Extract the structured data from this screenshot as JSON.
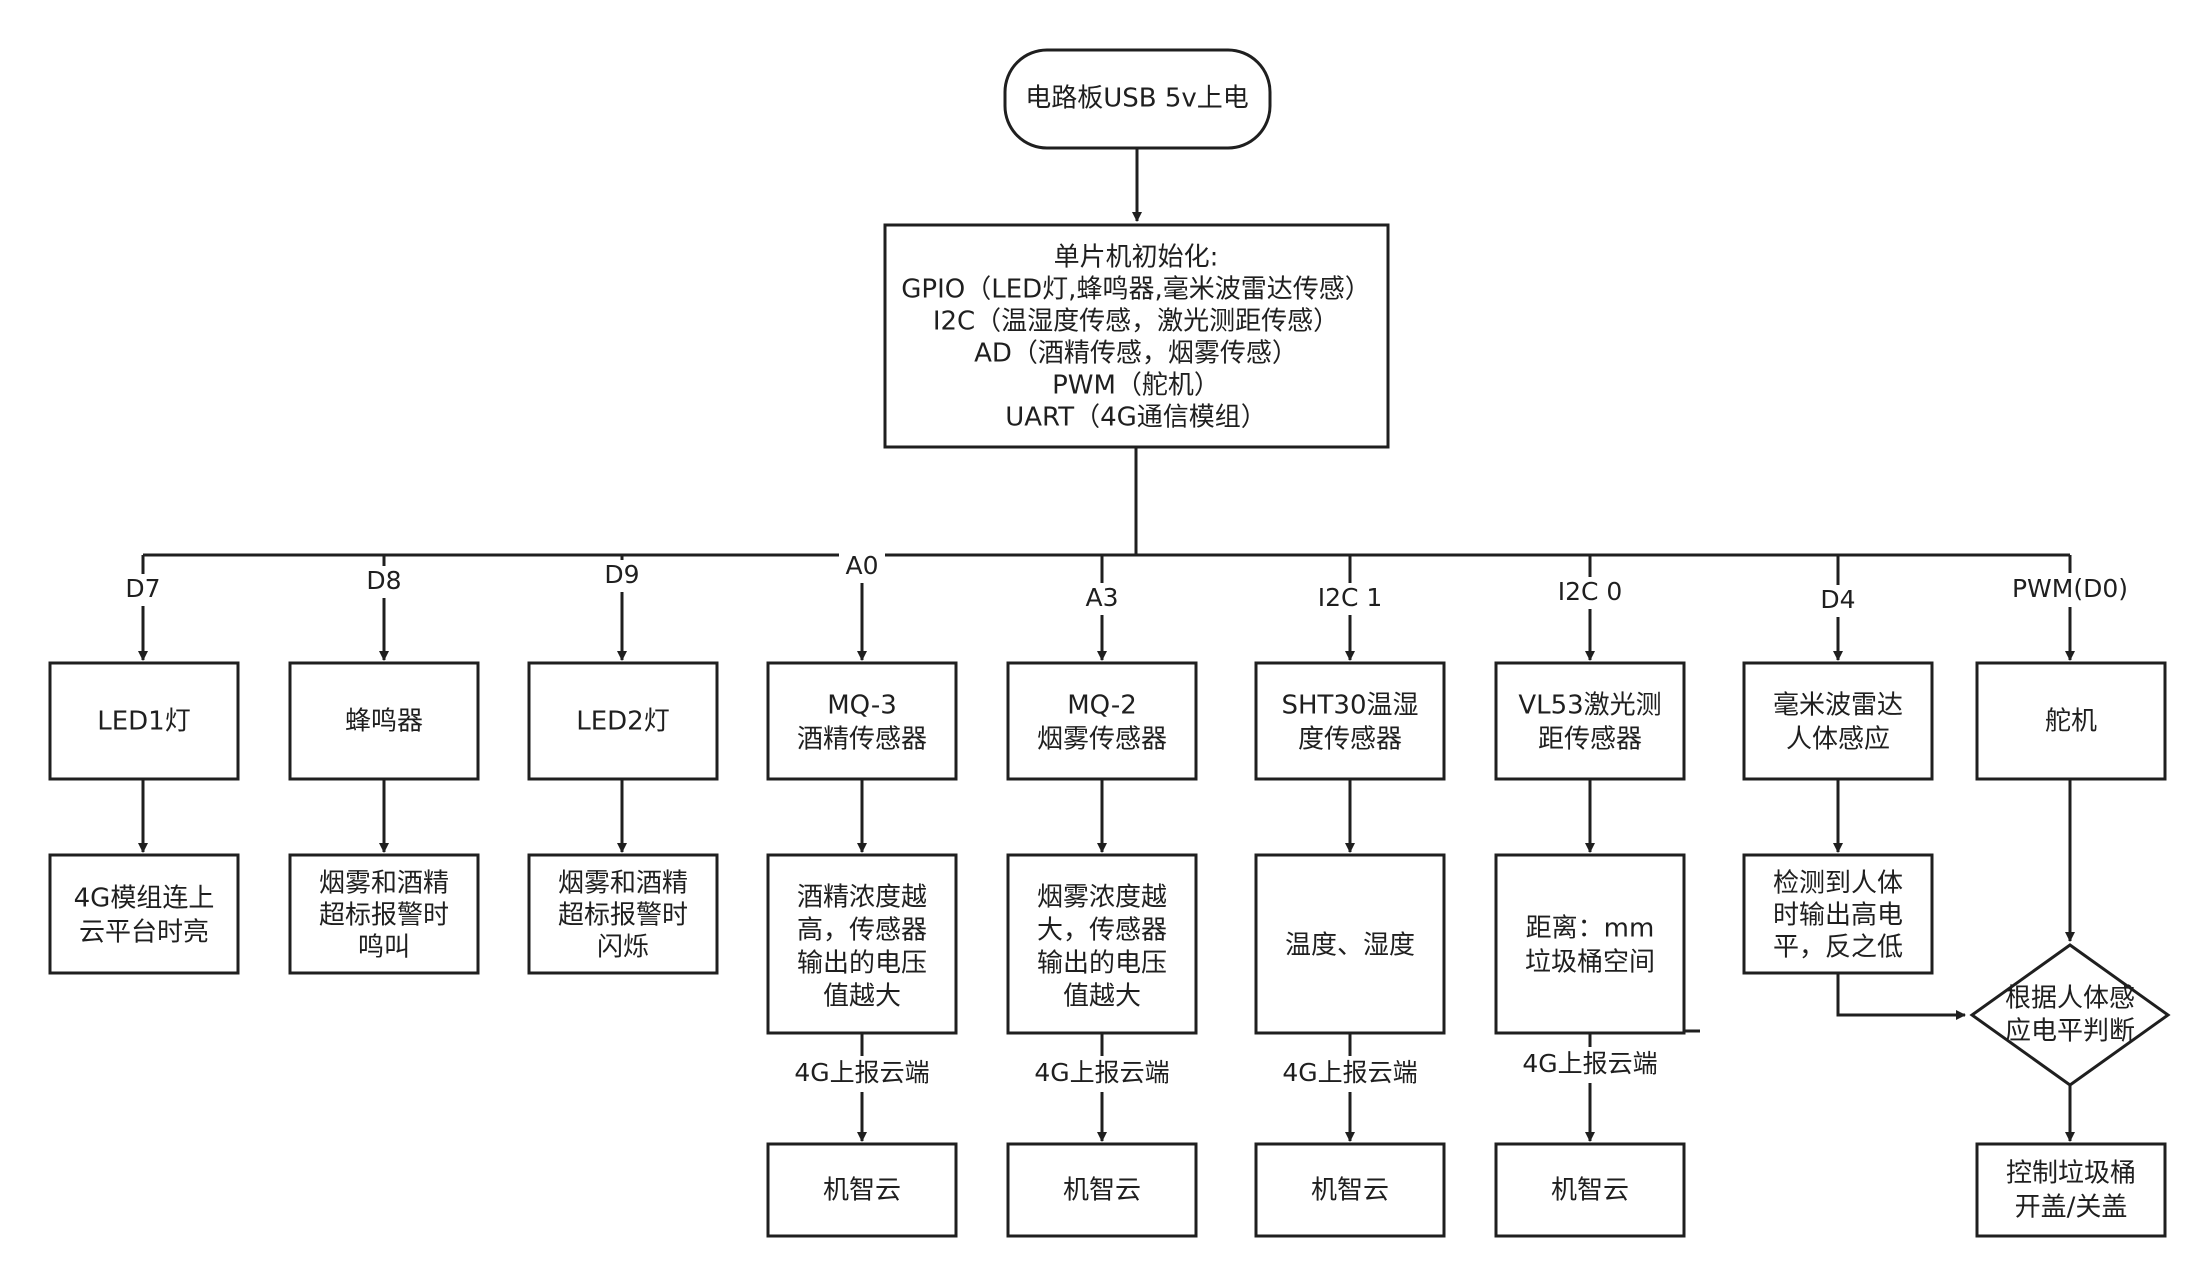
{
  "start": "电路板USB 5v上电",
  "init": [
    "单片机初始化:",
    "GPIO（LED灯,蜂鸣器,毫米波雷达传感）",
    "I2C（温湿度传感，激光测距传感）",
    "AD（酒精传感，烟雾传感）",
    "PWM（舵机）",
    "UART（4G通信模组）"
  ],
  "columns": [
    {
      "pin": "D7",
      "device": [
        "LED1灯"
      ],
      "result": [
        "4G模组连上",
        "云平台时亮"
      ]
    },
    {
      "pin": "D8",
      "device": [
        "蜂鸣器"
      ],
      "result": [
        "烟雾和酒精",
        "超标报警时",
        "鸣叫"
      ]
    },
    {
      "pin": "D9",
      "device": [
        "LED2灯"
      ],
      "result": [
        "烟雾和酒精",
        "超标报警时",
        "闪烁"
      ]
    },
    {
      "pin": "A0",
      "device": [
        "MQ-3",
        "酒精传感器"
      ],
      "result": [
        "酒精浓度越",
        "高，传感器",
        "输出的电压",
        "值越大"
      ],
      "report": "4G上报云端",
      "cloud": "机智云"
    },
    {
      "pin": "A3",
      "device": [
        "MQ-2",
        "烟雾传感器"
      ],
      "result": [
        "烟雾浓度越",
        "大，传感器",
        "输出的电压",
        "值越大"
      ],
      "report": "4G上报云端",
      "cloud": "机智云"
    },
    {
      "pin": "I2C 1",
      "device": [
        "SHT30温湿",
        "度传感器"
      ],
      "result": [
        "温度、湿度"
      ],
      "report": "4G上报云端",
      "cloud": "机智云"
    },
    {
      "pin": "I2C 0",
      "device": [
        "VL53激光测",
        "距传感器"
      ],
      "result": [
        "距离：mm",
        "垃圾桶空间"
      ],
      "report": "4G上报云端",
      "cloud": "机智云"
    },
    {
      "pin": "D4",
      "device": [
        "毫米波雷达",
        "人体感应"
      ],
      "result": [
        "检测到人体",
        "时输出高电",
        "平，反之低"
      ]
    },
    {
      "pin": "PWM(D0)",
      "device": [
        "舵机"
      ]
    }
  ],
  "decision": [
    "根据人体感",
    "应电平判断"
  ],
  "final": [
    "控制垃圾桶",
    "开盖/关盖"
  ]
}
